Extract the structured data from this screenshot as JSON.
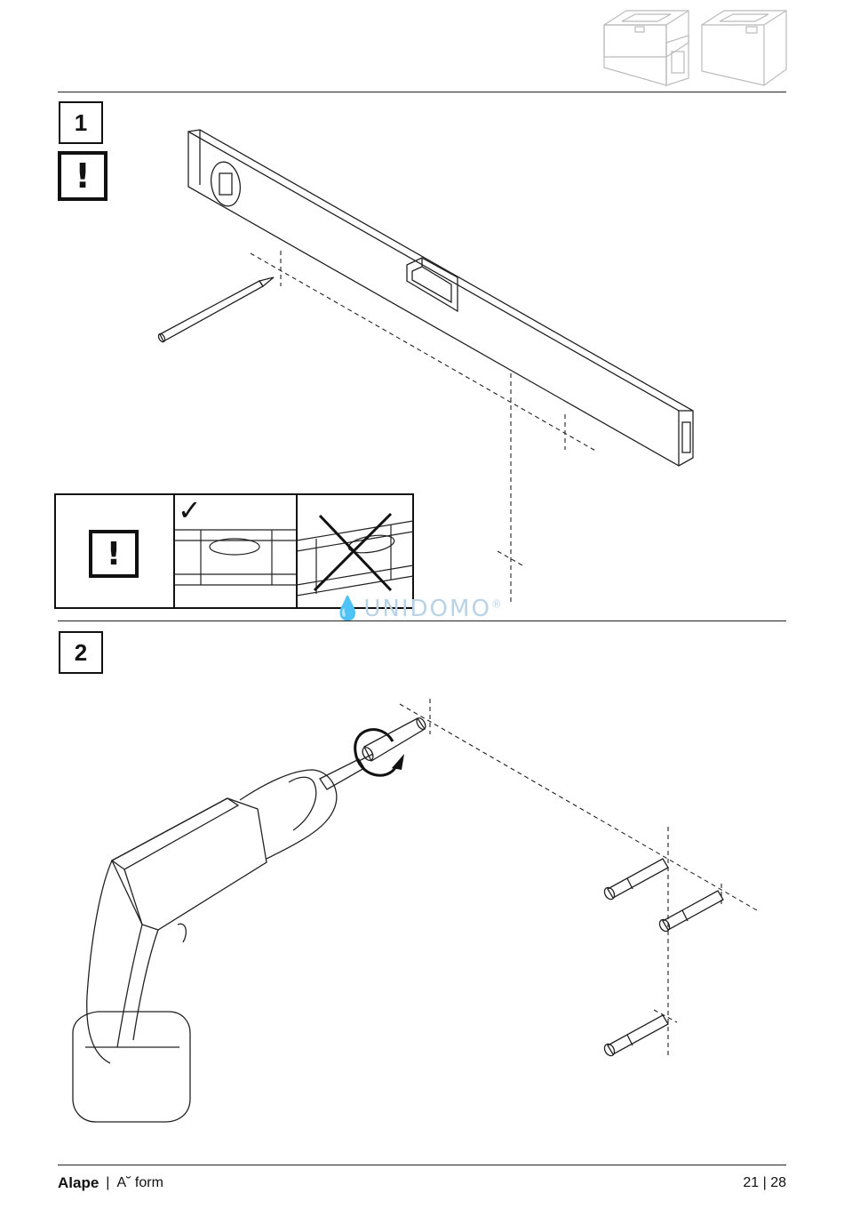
{
  "steps": [
    {
      "number": "1"
    },
    {
      "number": "2"
    }
  ],
  "warning": {
    "symbol": "!"
  },
  "level_check": {
    "correct_mark": "✓"
  },
  "watermark": {
    "text": "UNIDOMO",
    "reg": "®"
  },
  "footer": {
    "brand": "Alape",
    "separator": "|",
    "product": "A˘ form",
    "page": "21 | 28"
  },
  "icons": [
    "basin-cabinet-icon",
    "spirit-level-illustration",
    "pencil-icon",
    "drill-illustration",
    "rotation-arrow-icon",
    "wall-plug-icon"
  ]
}
